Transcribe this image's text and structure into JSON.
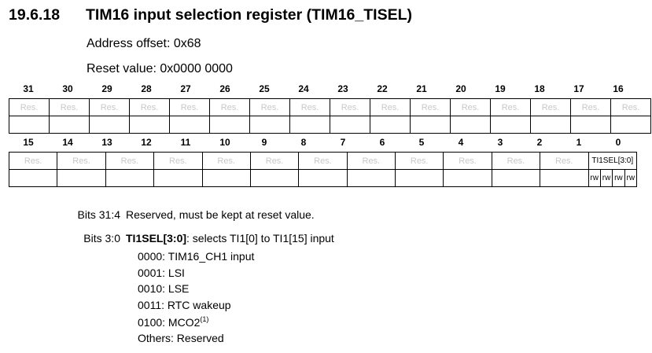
{
  "section": {
    "number": "19.6.18",
    "title": "TIM16 input selection register (TIM16_TISEL)"
  },
  "address_offset": "Address offset: 0x68",
  "reset_value": "Reset value: 0x0000 0000",
  "register": {
    "upper_bits": [
      "31",
      "30",
      "29",
      "28",
      "27",
      "26",
      "25",
      "24",
      "23",
      "22",
      "21",
      "20",
      "19",
      "18",
      "17",
      "16"
    ],
    "lower_bits": [
      "15",
      "14",
      "13",
      "12",
      "11",
      "10",
      "9",
      "8",
      "7",
      "6",
      "5",
      "4",
      "3",
      "2",
      "1",
      "0"
    ],
    "reserved_label": "Res.",
    "field_name": "TI1SEL[3:0]",
    "access": "rw"
  },
  "descriptions": [
    {
      "bits": "Bits 31:4",
      "name": "",
      "text": "Reserved, must be kept at reset value."
    },
    {
      "bits": "Bits 3:0",
      "name": "TI1SEL[3:0]",
      "text": ": selects TI1[0] to TI1[15] input"
    }
  ],
  "options": [
    {
      "text": "0000: TIM16_CH1 input",
      "note": ""
    },
    {
      "text": "0001: LSI",
      "note": ""
    },
    {
      "text": "0010: LSE",
      "note": ""
    },
    {
      "text": "0011: RTC wakeup",
      "note": ""
    },
    {
      "text": "0100: MCO2",
      "note": "(1)"
    },
    {
      "text": "Others: Reserved",
      "note": ""
    }
  ]
}
